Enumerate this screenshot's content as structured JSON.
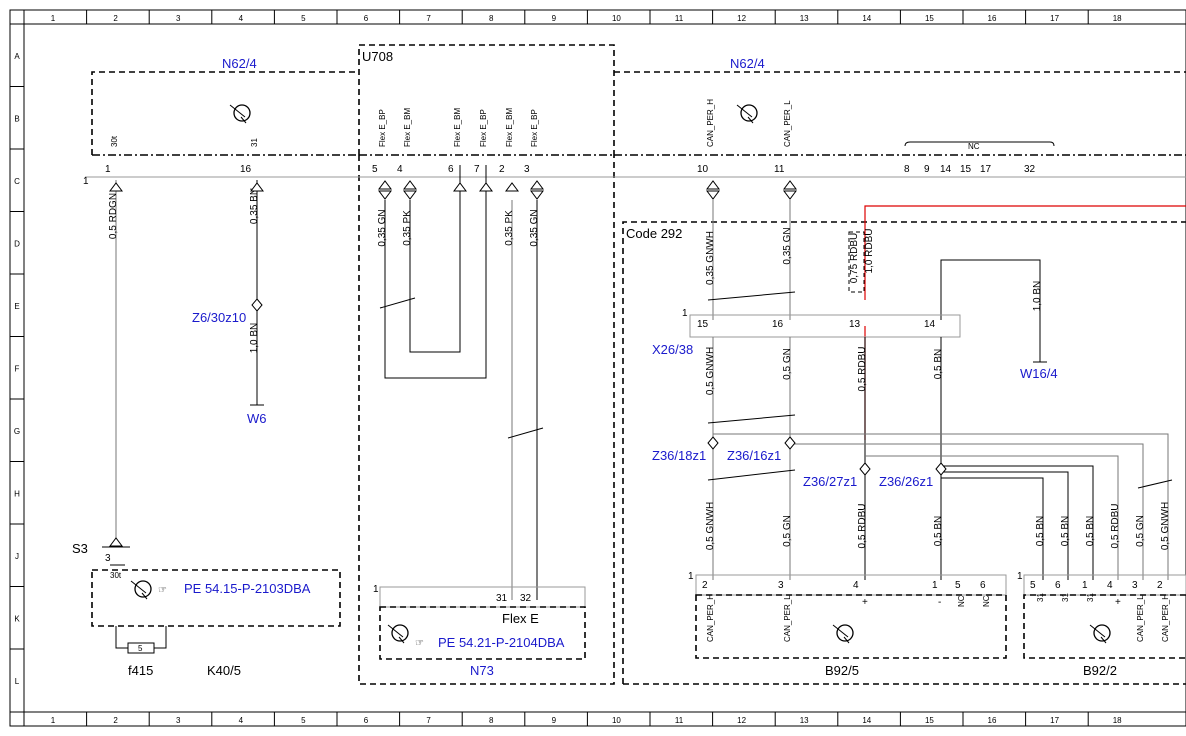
{
  "grid": {
    "columns": [
      "1",
      "2",
      "3",
      "4",
      "5",
      "6",
      "7",
      "8",
      "9",
      "10",
      "11",
      "12",
      "13",
      "14",
      "15",
      "16",
      "17",
      "18"
    ],
    "rows": [
      "A",
      "B",
      "C",
      "D",
      "E",
      "F",
      "G",
      "H",
      "J",
      "K",
      "L"
    ]
  },
  "components": {
    "n62_left": "N62/4",
    "n62_right": "N62/4",
    "u708": "U708",
    "code292": "Code 292",
    "z6": "Z6/30z10",
    "w6": "W6",
    "x26": "X26/38",
    "w16": "W16/4",
    "z36_18": "Z36/18z1",
    "z36_16": "Z36/16z1",
    "z36_27": "Z36/27z1",
    "z36_26": "Z36/26z1",
    "s3": "S3",
    "k40": "K40/5",
    "f415": "f415",
    "n73": "N73",
    "flex_e": "Flex E",
    "b92_5": "B92/5",
    "b92_2": "B92/2",
    "ref1": "PE 54.15-P-2103DBA",
    "ref2": "PE 54.21-P-2104DBA"
  },
  "wires": {
    "w1": "0,5 RDGN",
    "w2": "0,35 BN",
    "w3": "1,0 BN",
    "w4": "0,35 GN",
    "w5": "0,35 PK",
    "w6": "0,35 PK",
    "w7": "0,35 GN",
    "w8": "0,35 GNWH",
    "w9": "0,35 GN",
    "w10": "0,75 RDBU",
    "w11": "1,0 RDBU",
    "w12": "1,0 BN",
    "w13": "0,5 GNWH",
    "w14": "0,5 GN",
    "w15": "0,5 RDBU",
    "w16": "0,5 BN",
    "w17": "0,5 GNWH",
    "w18": "0,5 GN",
    "w19": "0,5 RDBU",
    "w20": "0,5 BN",
    "w21": "0,5 BN",
    "w22": "0,5 BN",
    "w23": "0,5 BN",
    "w24": "0,5 RDBU",
    "w25": "0,5 GN",
    "w26": "0,5 GNWH"
  },
  "pin_labels": {
    "p30t": "30t",
    "p31": "31",
    "fbp1": "Flex E_BP",
    "fbm1": "Flex E_BM",
    "fbm2": "Flex E_BM",
    "fbp2": "Flex E_BP",
    "fbm3": "Flex E_BM",
    "fbp3": "Flex E_BP",
    "canh": "CAN_PER_H",
    "canl": "CAN_PER_L",
    "nc": "NC",
    "b5_canh": "CAN_PER_H",
    "b5_canl": "CAN_PER_L",
    "b5_plus": "+",
    "b5_minus": "-",
    "b5_nc1": "NC",
    "b5_nc2": "NC",
    "b2_31a": "31",
    "b2_31b": "31",
    "b2_31c": "31",
    "b2_plus": "+",
    "b2_canl": "CAN_PER_L",
    "b2_canh": "CAN_PER_H",
    "s3_30t": "30t"
  },
  "pin_numbers": {
    "c1": "1",
    "c16": "16",
    "c5": "5",
    "c4": "4",
    "c6": "6",
    "c7": "7",
    "c2": "2",
    "c3": "3",
    "c10": "10",
    "c11": "11",
    "c8": "8",
    "c9": "9",
    "c14": "14",
    "c15": "15",
    "c17": "17",
    "c32": "32",
    "x1": "1",
    "x15": "15",
    "x16": "16",
    "x13": "13",
    "x14": "14",
    "s3_3": "3",
    "f5": "5",
    "n73_1": "1",
    "n73_31": "31",
    "n73_32": "32",
    "b5_1": "1",
    "b5_p2": "2",
    "b5_p3": "3",
    "b5_p4": "4",
    "b5_p1": "1",
    "b5_p5": "5",
    "b5_p6": "6",
    "b2_1": "1",
    "b2_p5": "5",
    "b2_p6": "6",
    "b2_p1": "1",
    "b2_p4": "4",
    "b2_p3": "3",
    "b2_p2": "2"
  }
}
